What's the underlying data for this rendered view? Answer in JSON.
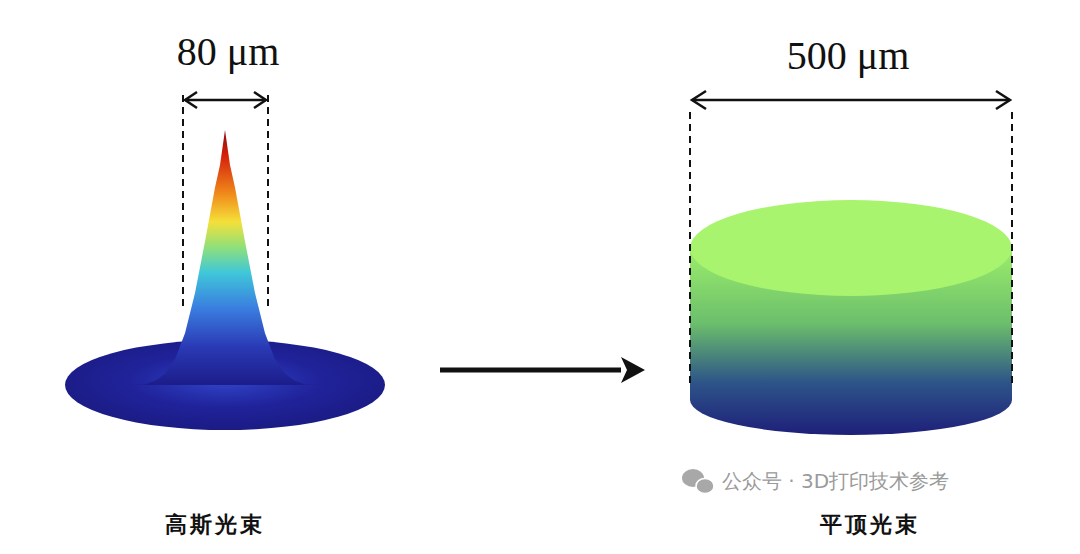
{
  "diagram": {
    "nodes": [
      {
        "text": [
          "高斯光束"
        ]
      },
      {
        "text": [
          "平顶光束"
        ]
      }
    ],
    "edges": [
      {
        "from": 0,
        "to": 1,
        "arrow": "to"
      }
    ],
    "labels": [
      "80 μm",
      "500 μm",
      "公众号 · 3D打印技术参考"
    ]
  }
}
